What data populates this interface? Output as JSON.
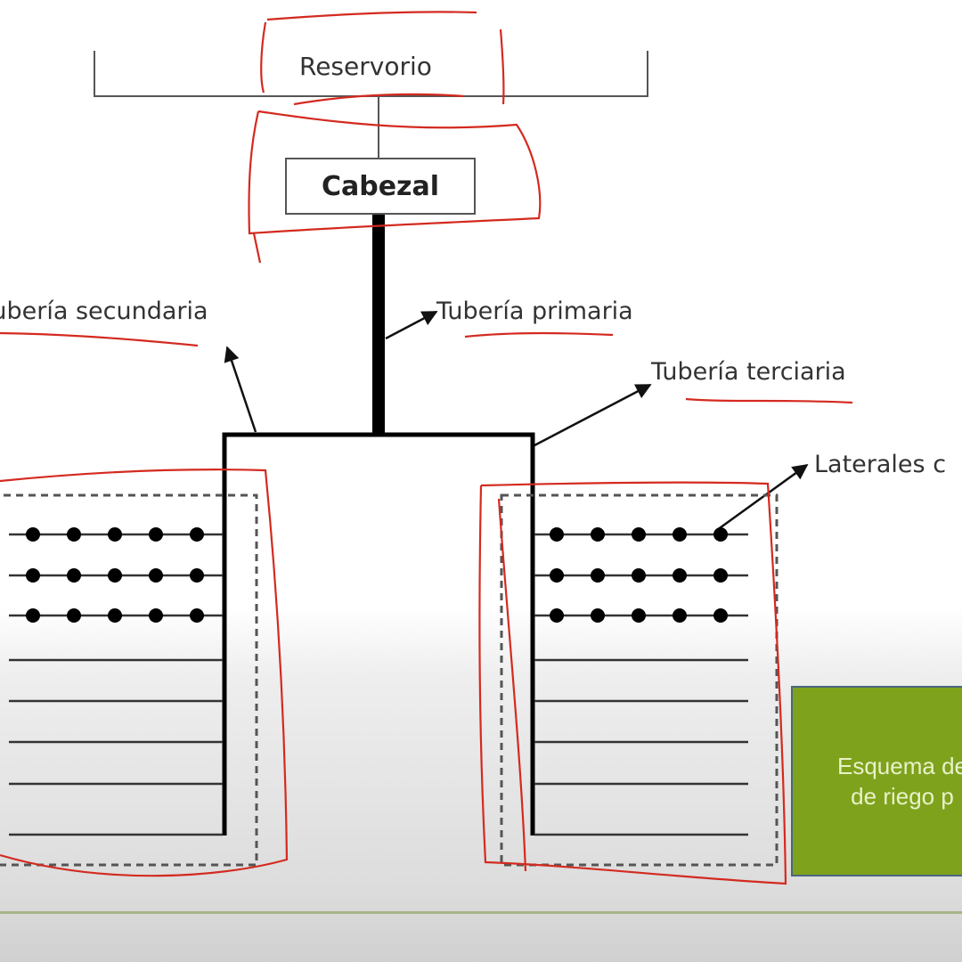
{
  "diagram": {
    "reservoir_label": "Reservorio",
    "head_label": "Cabezal",
    "primary_pipe_label": "Tubería primaria",
    "secondary_pipe_label": "Tubería secundaria",
    "tertiary_pipe_label": "Tubería terciaria",
    "laterals_label": "Laterales c",
    "caption_line1": "Esquema de",
    "caption_line2": "de riego p",
    "colors": {
      "pipe": "#000000",
      "annotation": "#d42a20",
      "caption_box": "#7fa21d"
    },
    "left_block": {
      "lateral_rows": 8,
      "rows_with_emitters": 3,
      "emitters_per_row": 5
    },
    "right_block": {
      "lateral_rows": 8,
      "rows_with_emitters": 3,
      "emitters_per_row": 5
    }
  }
}
